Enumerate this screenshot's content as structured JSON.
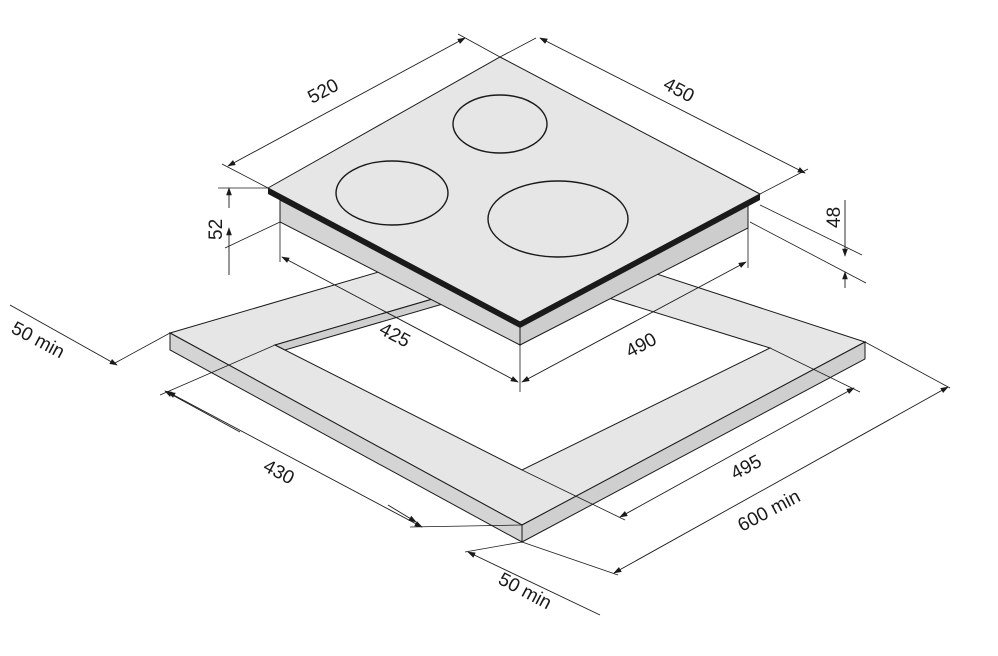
{
  "colors": {
    "surface": "#e6e6e6",
    "side": "#d4d4d4",
    "edge": "#1a1a1a",
    "background": "#ffffff"
  },
  "dimensions": {
    "hob_width": "520",
    "hob_depth": "450",
    "hob_height": "52",
    "glass_height": "48",
    "cutout_width": "425",
    "cutout_depth": "490",
    "countertop_left_depth": "430",
    "countertop_right_depth": "495",
    "countertop_total": "600 min",
    "clearance_left": "50 min",
    "clearance_front": "50 min"
  }
}
